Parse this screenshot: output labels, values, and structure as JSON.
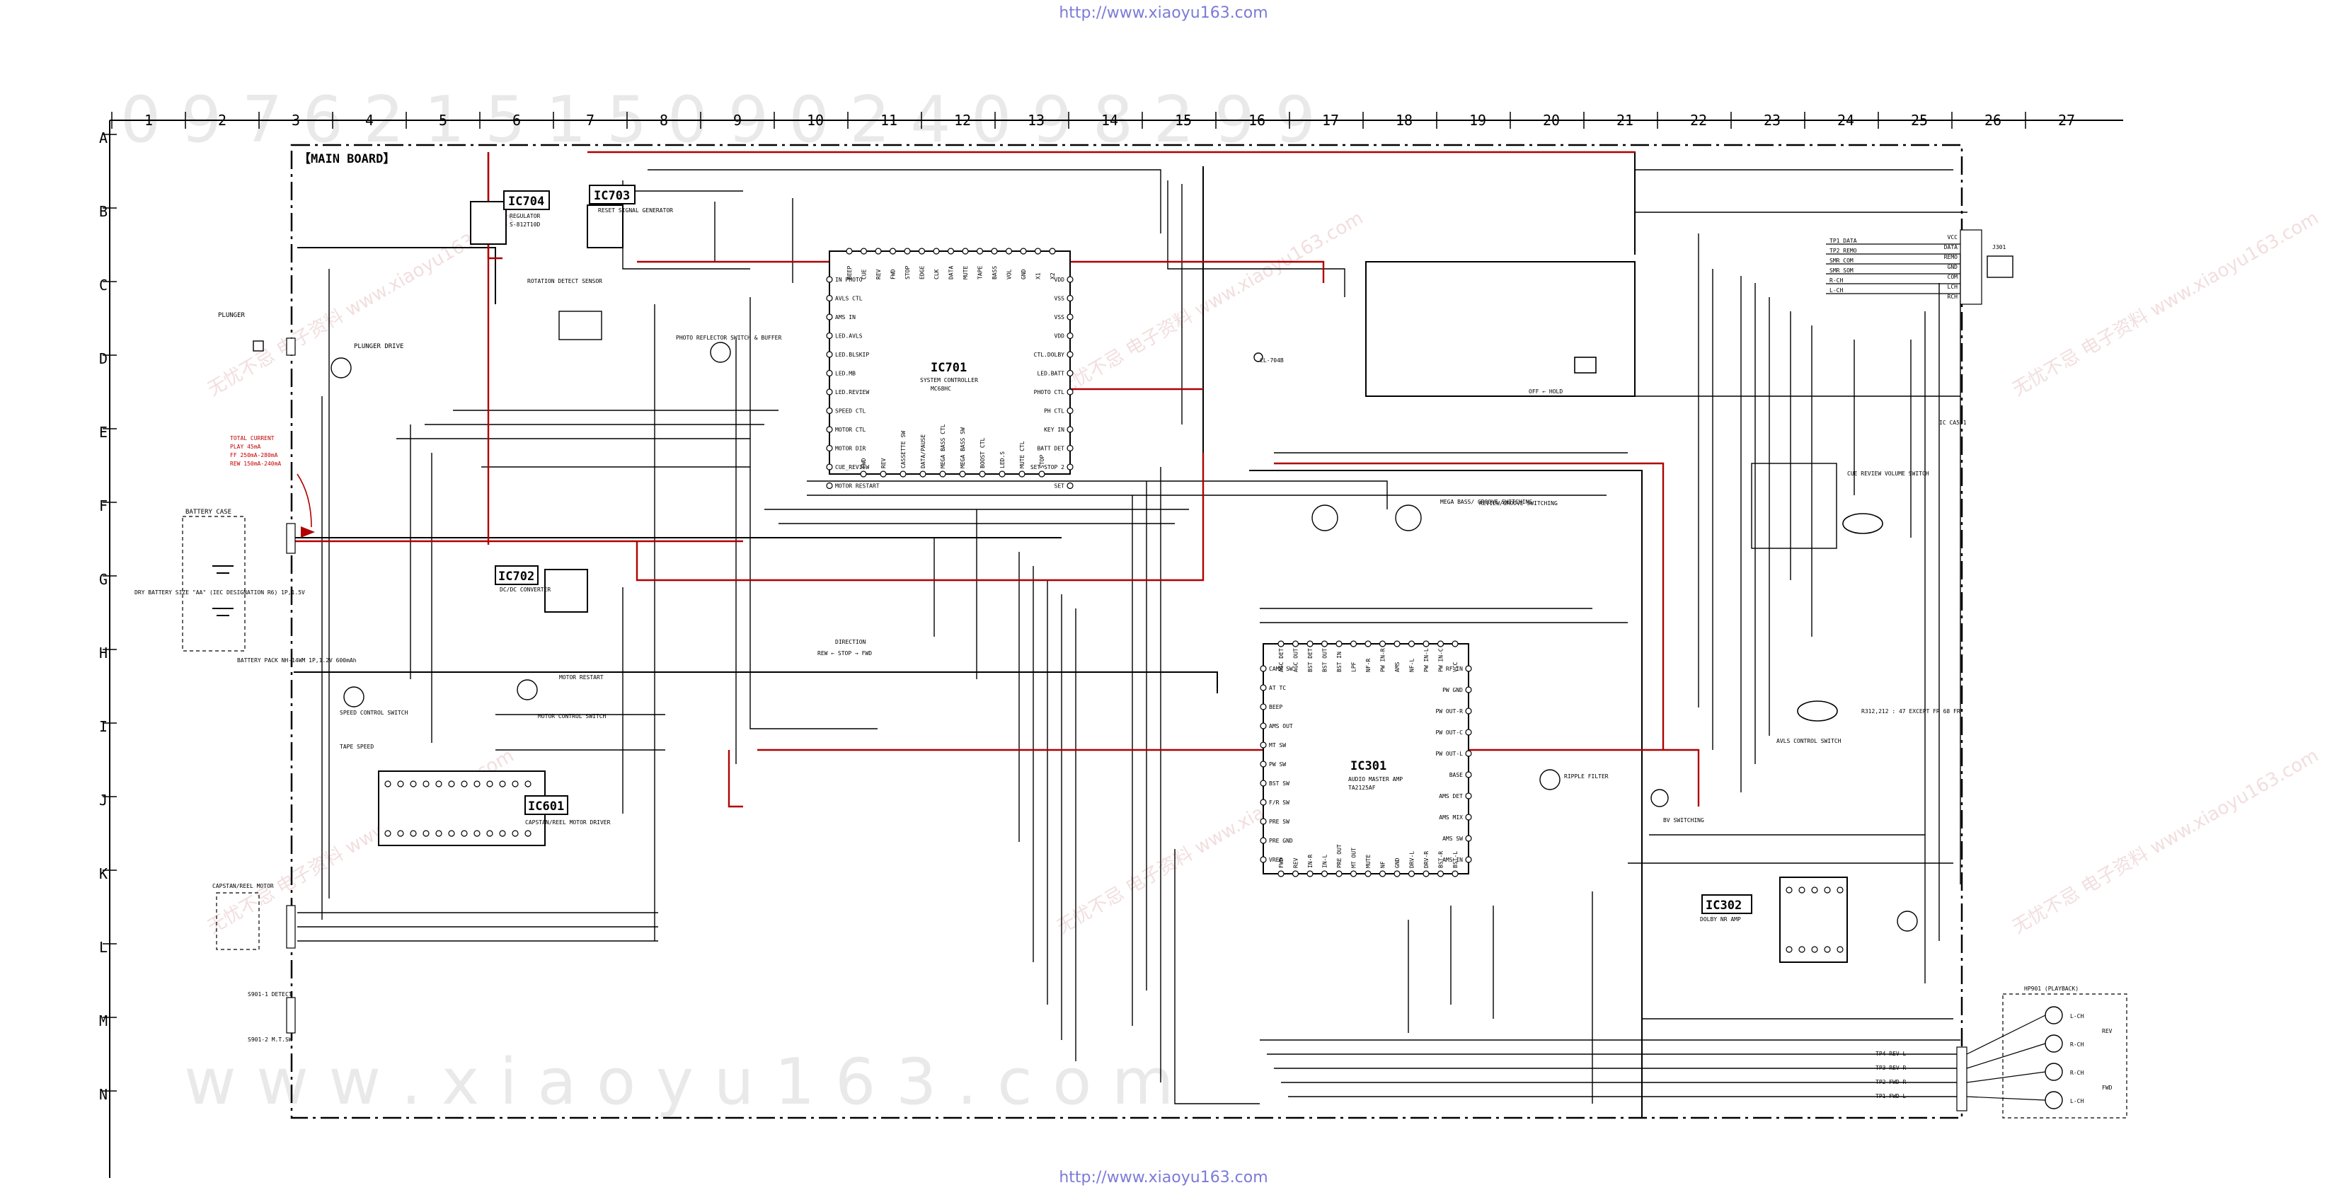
{
  "header": {
    "url_top": "http://www.xiaoyu163.com",
    "url_bottom": "http://www.xiaoyu163.com"
  },
  "grid": {
    "columns": [
      "1",
      "2",
      "3",
      "4",
      "5",
      "6",
      "7",
      "8",
      "9",
      "10",
      "11",
      "12",
      "13",
      "14",
      "15",
      "16",
      "17",
      "18",
      "19",
      "20",
      "21",
      "22",
      "23",
      "24",
      "25",
      "26",
      "27"
    ],
    "rows": [
      "A",
      "B",
      "C",
      "D",
      "E",
      "F",
      "G",
      "H",
      "I",
      "J",
      "K",
      "L",
      "M",
      "N"
    ]
  },
  "board_title": "【MAIN BOARD】",
  "watermark": {
    "digits": "0  9  7  6  2  1  5  1  5  0  9  0  2  4  0  9  8  2  9  9",
    "site": "w  w  w  .  x  i  a  o  y  u  1  6  3  .  c  o  m",
    "stamp": "无忧不忌 电子资料 www.xiaoyu163.com"
  },
  "ics": {
    "ic704": {
      "name": "IC704",
      "desc": "REGULATOR",
      "part": "S-812T10D"
    },
    "ic703": {
      "name": "IC703",
      "desc": "RESET SIGNAL GENERATOR"
    },
    "ic701": {
      "name": "IC701",
      "desc": "SYSTEM CONTROLLER",
      "part": "MC68HC"
    },
    "ic702": {
      "name": "IC702",
      "desc": "DC/DC CONVERTER"
    },
    "ic601": {
      "name": "IC601",
      "desc": "CAPSTAN/REEL MOTOR DRIVER"
    },
    "ic301": {
      "name": "IC301",
      "desc": "AUDIO MASTER AMP",
      "part": "TA2125AF"
    },
    "ic302": {
      "name": "IC302",
      "desc": "DOLBY NR AMP"
    }
  },
  "labels": {
    "plunger": "PLUNGER",
    "plunger_drive": "PLUNGER DRIVE",
    "rotation_sensor": "ROTATION DETECT SENSOR",
    "photo_reflector": "PHOTO REFLECTOR SWITCH & BUFFER",
    "battery_case": "BATTERY CASE",
    "dry_battery": "DRY BATTERY SIZE \"AA\" (IEC DESIGNATION R6) 1P,1.5V",
    "battery_pack": "BATTERY PACK NH-14WM 1P,1.2V 600mAh",
    "total_current": "TOTAL CURRENT",
    "play_load": "PLAY 45mA",
    "current_ff": "FF 250mA-280mA",
    "current_rew": "REW 150mA-240mA",
    "capstan_motor": "CAPSTAN/REEL MOTOR",
    "speed_control": "SPEED CONTROL SWITCH",
    "motor_control": "MOTOR CONTROL SWITCH",
    "tape_speed": "TAPE SPEED",
    "motor_restart": "MOTOR RESTART",
    "direction": "DIRECTION",
    "rew_stop_fwd": "REW ← STOP → FWD",
    "detect": "S901-1 DETECT",
    "mtsw": "S901-2 M.T.SW",
    "mega_bass": "MEGA BASS/ GROOVE SWITCHING",
    "review_groove": "REVIEW/GROOVE SWITCHING",
    "ripple_filter": "RIPPLE FILTER",
    "bv_switching": "BV SWITCHING",
    "avls_control": "AVLS CONTROL SWITCH",
    "cue_review_volume": "CUE REVIEW VOLUME SWITCH",
    "playback_head": "HP901 (PLAYBACK)",
    "remote_jack": "J301",
    "hold": "OFF ← HOLD",
    "except_fr": "R312,212 : 47 EXCEPT FR  68 FR",
    "ic_ca551": "IC CA551",
    "dolby_nr": "DOLBY NR AMP"
  },
  "ic701_pins_left": [
    "IN PHOTO",
    "AVLS CTL",
    "AMS IN",
    "LED.AVLS",
    "LED.BLSKIP",
    "LED.MB",
    "LED.REVIEW",
    "SPEED CTL",
    "MOTOR CTL",
    "MOTOR DIR",
    "CUE_REVIEW",
    "MOTOR RESTART"
  ],
  "ic701_pins_right": [
    "VDD",
    "VSS",
    "VSS",
    "VDD",
    "CTL.DOLBY",
    "LED.BATT",
    "PHOTO CTL",
    "PH CTL",
    "KEY IN",
    "BATT DET",
    "SET STOP 2",
    "SET"
  ],
  "ic701_pins_top": [
    "BEEP",
    "CUE",
    "REV",
    "FWD",
    "STOP",
    "EDGE",
    "CLK",
    "DATA",
    "MUTE",
    "TAPE",
    "BASS",
    "VOL",
    "GND",
    "X1",
    "X2"
  ],
  "ic701_pins_bottom": [
    "FWD",
    "REV",
    "CASSETTE SW",
    "DATA/PAUSE",
    "MEGA BASS CTL",
    "MEGA BASS SW",
    "BOOST CTL",
    "LED.S",
    "MUTE CTL",
    "STOP"
  ],
  "ic301_pins_left": [
    "CAMP SW",
    "AT TC",
    "BEEP",
    "AMS OUT",
    "MT SW",
    "PW SW",
    "BST SW",
    "F/R SW",
    "PRE SW",
    "PRE GND",
    "VREF"
  ],
  "ic301_pins_right": [
    "RF IN",
    "PW GND",
    "PW OUT-R",
    "PW OUT-C",
    "PW OUT-L",
    "BASE",
    "AMS DET",
    "AMS MIX",
    "AMS SW",
    "AMS IN"
  ],
  "ic301_pins_top": [
    "AGC DET",
    "AGC OUT",
    "BST DET",
    "BST OUT",
    "BST IN",
    "LPF",
    "NF-R",
    "PW IN-R",
    "AMS",
    "NF-L",
    "PW IN-L",
    "PW IN-C",
    "VCC"
  ],
  "ic301_pins_bottom": [
    "FWD",
    "REV",
    "IN-R",
    "IN-L",
    "PRE OUT",
    "MT OUT",
    "MUTE",
    "NF",
    "GND",
    "DRV-L",
    "DRV-R",
    "BST-R",
    "BST-L"
  ],
  "connector_j301": [
    "VCC",
    "DATA",
    "REMO",
    "GND",
    "COM",
    "LCH",
    "RCH"
  ],
  "head_outputs": [
    "L-CH",
    "R-CH",
    "R-CH",
    "L-CH"
  ],
  "head_groups": [
    "REV",
    "FWD"
  ],
  "remote_lines": [
    "TP1 DATA",
    "TP2 REMO",
    "SMR COM",
    "SMR SOM",
    "R-CH",
    "L-CH"
  ],
  "bottom_lines": [
    "TP4 REV-L",
    "TP3 REV-R",
    "TP2 FWD-R",
    "TP1 FWD-L"
  ],
  "colors": {
    "wire": "#000000",
    "red_trace": "#b00000",
    "watermark": "#e9e9e9",
    "url": "#7b7bd8"
  }
}
